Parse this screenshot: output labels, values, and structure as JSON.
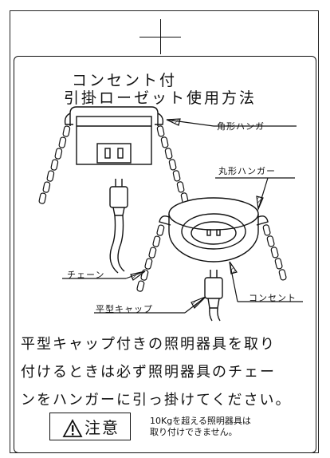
{
  "title_line1": "コンセント付",
  "title_line2": "引掛ローゼット使用方法",
  "labels": {
    "square_hanger": "角形ハンガー",
    "round_hanger": "丸形ハンガー",
    "chain": "チェーン",
    "flat_cap": "平型キャップ",
    "outlet": "コンセント"
  },
  "instructions": [
    "平型キャップ付きの照明器具を取り",
    "付けるときは必ず照明器具のチェー",
    "ンをハンガーに引っ掛けてください。"
  ],
  "caution": {
    "label": "注意",
    "note_line1": "10Kgを超える照明器具は",
    "note_line2": "取り付けできません。"
  }
}
